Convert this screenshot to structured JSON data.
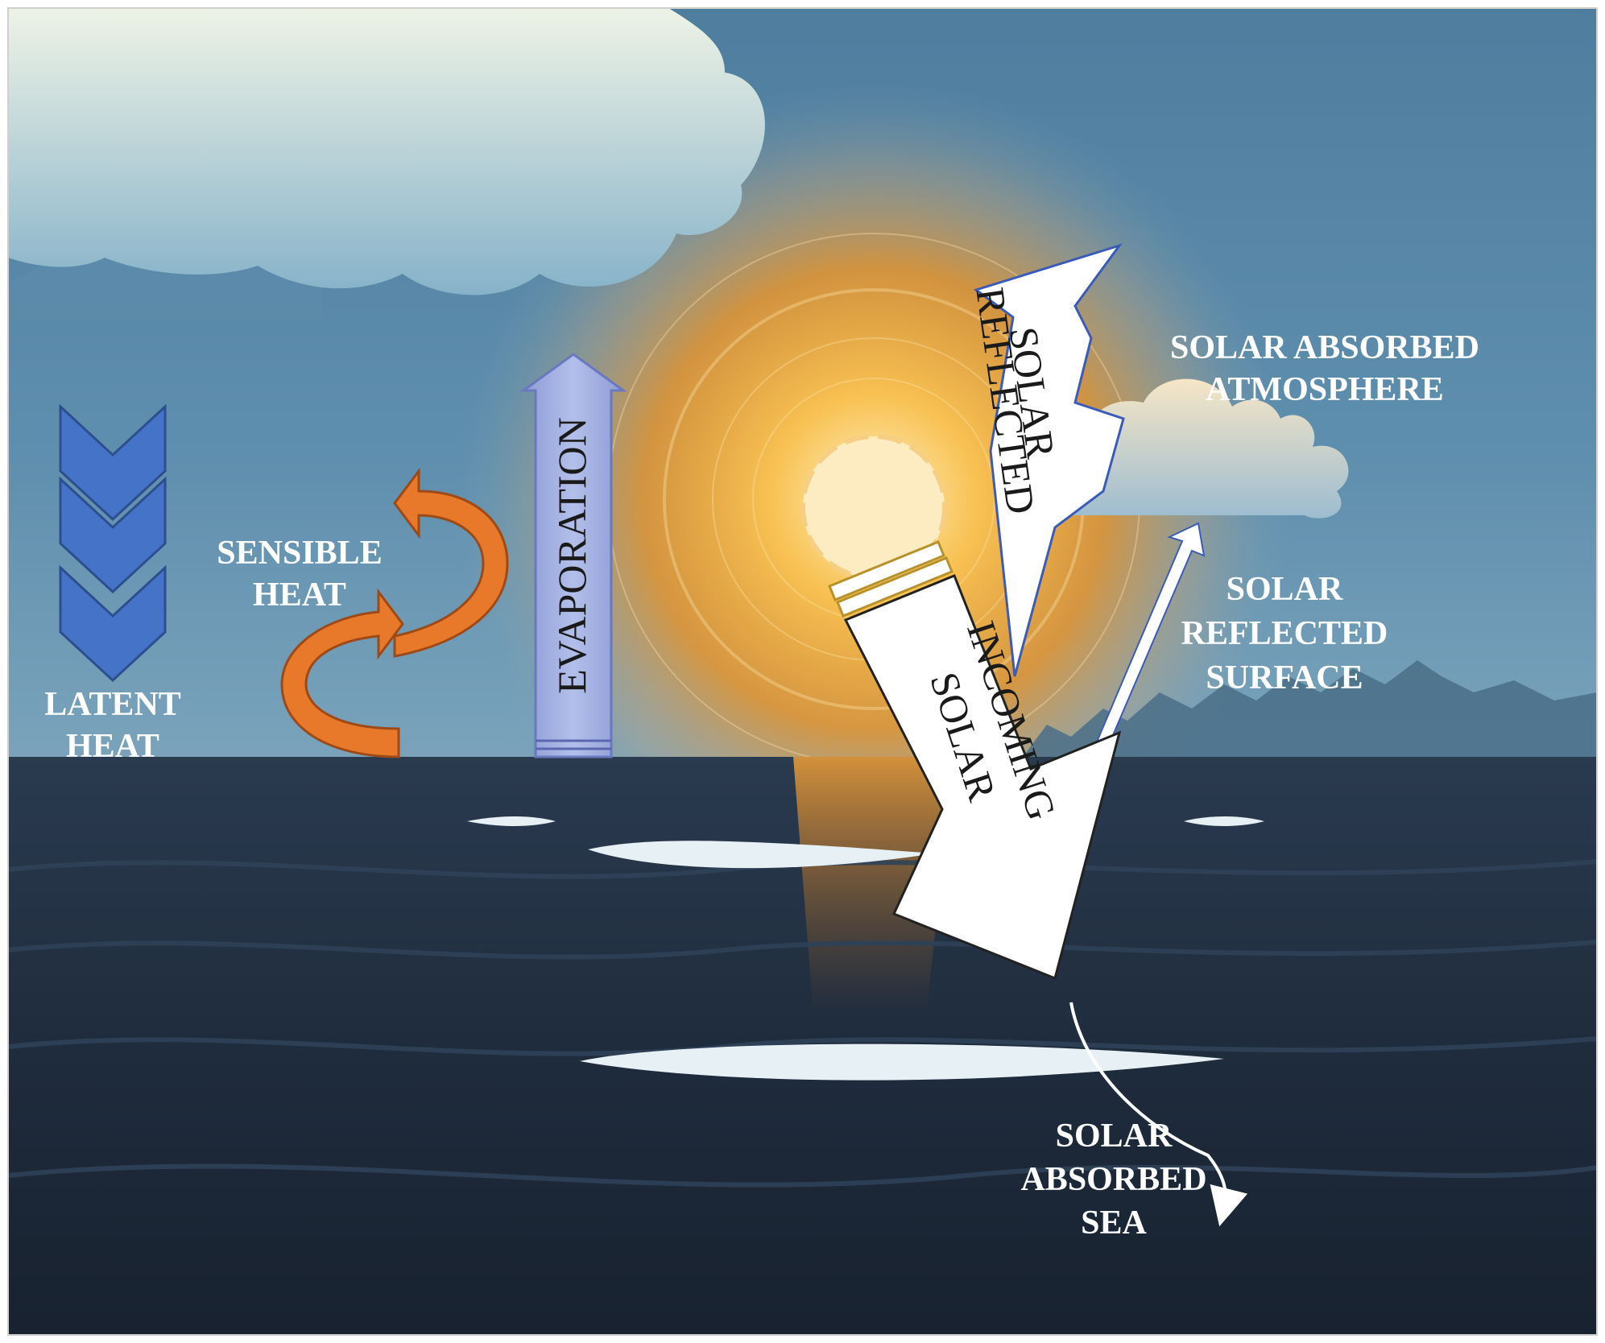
{
  "labels": {
    "latent_heat": [
      "LATENT",
      "HEAT"
    ],
    "sensible_heat": [
      "SENSIBLE",
      "HEAT"
    ],
    "evaporation": "EVAPORATION",
    "solar_reflected": [
      "SOLAR",
      "REFLECTED"
    ],
    "solar_absorbed_atmosphere": [
      "SOLAR ABSORBED",
      "ATMOSPHERE"
    ],
    "solar_reflected_surface": [
      "SOLAR",
      "REFLECTED",
      "SURFACE"
    ],
    "incoming_solar": [
      "INCOMING",
      "SOLAR"
    ],
    "solar_absorbed_sea": [
      "SOLAR",
      "ABSORBED",
      "SEA"
    ]
  },
  "colors": {
    "sky_top": "#5a87a6",
    "sky_horizon": "#6e9bb6",
    "sea": "#1e2a3a",
    "sun_glow": "#f3a531",
    "latent_chevron": "#4473c7",
    "sensible_arrow": "#e8782a",
    "evaporation_arrow": "#9aa9dd",
    "energy_arrow": "#ffffff",
    "arrow_outline": "#3a5cb8"
  }
}
